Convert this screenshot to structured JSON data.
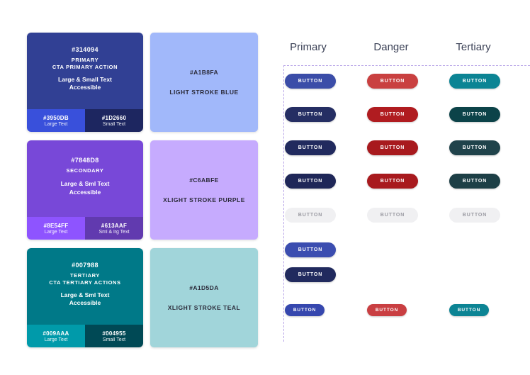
{
  "palette": {
    "swatches": [
      {
        "name": "primary-swatch",
        "hex": "#314094",
        "bg": "#314094",
        "role": "PRIMARY",
        "usage": "CTA PRIMARY ACTION",
        "accessible": "Large & Small Text",
        "accessible2": "Accessible",
        "feet": [
          {
            "hex": "#3950DB",
            "label": "Large Text",
            "bg": "#3950DB"
          },
          {
            "hex": "#1D2660",
            "label": "Small Text",
            "bg": "#1D2660"
          }
        ]
      },
      {
        "name": "secondary-swatch",
        "hex": "#7848D8",
        "bg": "#7848D8",
        "role": "SECONDARY",
        "usage": "",
        "accessible": "Large & Sml Text",
        "accessible2": "Accessible",
        "feet": [
          {
            "hex": "#8E54FF",
            "label": "Large Text",
            "bg": "#8E54FF"
          },
          {
            "hex": "#613AAF",
            "label": "Sml & lrg Text",
            "bg": "#613AAF"
          }
        ]
      },
      {
        "name": "tertiary-swatch",
        "hex": "#007988",
        "bg": "#007988",
        "role": "TERTIARY",
        "usage": "CTA TERTIARY ACTIONS",
        "accessible": "Large & Sml Text",
        "accessible2": "Accessible",
        "feet": [
          {
            "hex": "#009AAA",
            "label": "Large Text",
            "bg": "#009AAA"
          },
          {
            "hex": "#004955",
            "label": "Small Text",
            "bg": "#004955"
          }
        ]
      }
    ],
    "strokes": [
      {
        "name": "light-stroke-blue-swatch",
        "hex": "#A1B8FA",
        "label": "LIGHT STROKE BLUE",
        "bg": "#A1B8FA"
      },
      {
        "name": "xlight-stroke-purple-swatch",
        "hex": "#C6ABFE",
        "label": "XLIGHT STROKE PURPLE",
        "bg": "#C6ABFE"
      },
      {
        "name": "xlight-stroke-teal-swatch",
        "hex": "#A1D5DA",
        "label": "XLIGHT STROKE TEAL",
        "bg": "#A1D5DA"
      }
    ]
  },
  "buttons": {
    "columns": [
      {
        "name": "column-primary",
        "label": "Primary"
      },
      {
        "name": "column-danger",
        "label": "Danger"
      },
      {
        "name": "column-tertiary",
        "label": "Tertiary"
      }
    ],
    "label": "BUTTON",
    "dashed_guide_color": "#B9A6E8",
    "rows": [
      {
        "name": "row-default",
        "cells": [
          {
            "col": "primary",
            "bg": "#3B4DA8",
            "fg": "#FFFFFF",
            "size": "lg",
            "state": "default"
          },
          {
            "col": "danger",
            "bg": "#C94040",
            "fg": "#FFFFFF",
            "size": "lg",
            "state": "default"
          },
          {
            "col": "tertiary",
            "bg": "#0C8494",
            "fg": "#FFFFFF",
            "size": "lg",
            "state": "default"
          }
        ]
      },
      {
        "name": "row-hover",
        "cells": [
          {
            "col": "primary",
            "bg": "#252E63",
            "fg": "#FFFFFF",
            "size": "lg",
            "state": "hover"
          },
          {
            "col": "danger",
            "bg": "#B01C20",
            "fg": "#FFFFFF",
            "size": "lg",
            "state": "hover"
          },
          {
            "col": "tertiary",
            "bg": "#0C4349",
            "fg": "#FFFFFF",
            "size": "lg",
            "state": "hover"
          }
        ]
      },
      {
        "name": "row-active",
        "cells": [
          {
            "col": "primary",
            "bg": "#212A5E",
            "fg": "#FFFFFF",
            "size": "lg",
            "state": "active"
          },
          {
            "col": "danger",
            "bg": "#A81A1E",
            "fg": "#FFFFFF",
            "size": "lg",
            "state": "active"
          },
          {
            "col": "tertiary",
            "bg": "#20434B",
            "fg": "#FFFFFF",
            "size": "lg",
            "state": "active"
          }
        ]
      },
      {
        "name": "row-focus",
        "cells": [
          {
            "col": "primary",
            "bg": "#1F2758",
            "fg": "#FFFFFF",
            "size": "lg",
            "state": "focus"
          },
          {
            "col": "danger",
            "bg": "#A81A1E",
            "fg": "#FFFFFF",
            "size": "lg",
            "state": "focus"
          },
          {
            "col": "tertiary",
            "bg": "#1D3F46",
            "fg": "#FFFFFF",
            "size": "lg",
            "state": "focus"
          }
        ]
      },
      {
        "name": "row-disabled",
        "cells": [
          {
            "col": "primary",
            "bg": "#F0F0F2",
            "fg": "#9A9AA2",
            "size": "lg",
            "state": "disabled"
          },
          {
            "col": "danger",
            "bg": "#F0F0F2",
            "fg": "#9A9AA2",
            "size": "lg",
            "state": "disabled"
          },
          {
            "col": "tertiary",
            "bg": "#F0F0F2",
            "fg": "#9A9AA2",
            "size": "lg",
            "state": "disabled"
          }
        ]
      },
      {
        "name": "row-primary-alt-a",
        "cells": [
          {
            "col": "primary",
            "bg": "#3B4DB0",
            "fg": "#FFFFFF",
            "size": "lg",
            "state": "default"
          }
        ]
      },
      {
        "name": "row-primary-alt-b",
        "cells": [
          {
            "col": "primary",
            "bg": "#212A5E",
            "fg": "#FFFFFF",
            "size": "lg",
            "state": "hover"
          }
        ]
      },
      {
        "name": "row-small",
        "cells": [
          {
            "col": "primary",
            "bg": "#3647AE",
            "fg": "#FFFFFF",
            "size": "sm",
            "state": "default"
          },
          {
            "col": "danger",
            "bg": "#C93F42",
            "fg": "#FFFFFF",
            "size": "sm",
            "state": "default"
          },
          {
            "col": "tertiary",
            "bg": "#0C8494",
            "fg": "#FFFFFF",
            "size": "sm",
            "state": "default"
          }
        ]
      }
    ]
  }
}
